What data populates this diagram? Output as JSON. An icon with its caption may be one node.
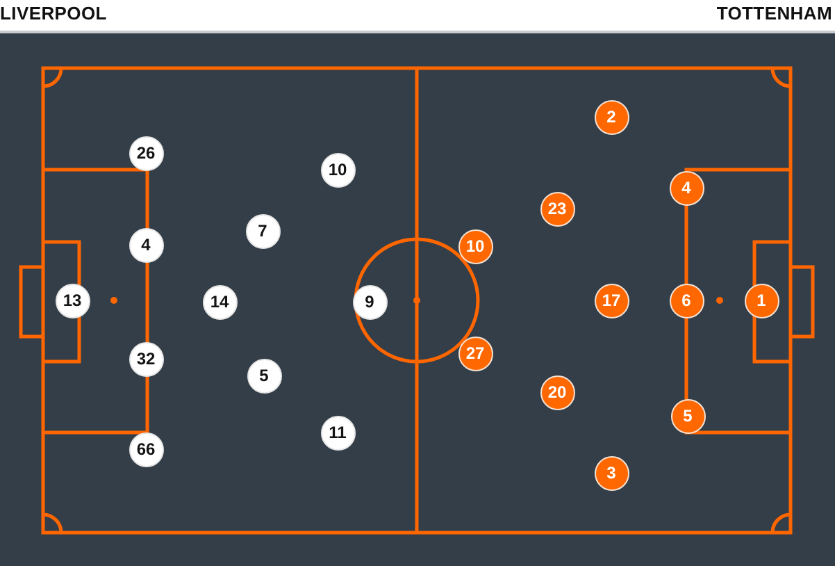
{
  "diagram": {
    "nodes": [
      {
        "text": [
          "26"
        ]
      },
      {
        "text": [
          "10"
        ]
      },
      {
        "text": [
          "7"
        ]
      },
      {
        "text": [
          "4"
        ]
      },
      {
        "text": [
          "13"
        ]
      },
      {
        "text": [
          "14"
        ]
      },
      {
        "text": [
          "9"
        ]
      },
      {
        "text": [
          "32"
        ]
      },
      {
        "text": [
          "5"
        ]
      },
      {
        "text": [
          "11"
        ]
      },
      {
        "text": [
          "66"
        ]
      },
      {
        "text": [
          "2"
        ]
      },
      {
        "text": [
          "4"
        ]
      },
      {
        "text": [
          "23"
        ]
      },
      {
        "text": [
          "10"
        ]
      },
      {
        "text": [
          "17"
        ]
      },
      {
        "text": [
          "6"
        ]
      },
      {
        "text": [
          "1"
        ]
      },
      {
        "text": [
          "27"
        ]
      },
      {
        "text": [
          "20"
        ]
      },
      {
        "text": [
          "5"
        ]
      },
      {
        "text": [
          "3"
        ]
      }
    ],
    "labels": [
      "LIVERPOOL",
      "TOTTENHAM"
    ]
  }
}
